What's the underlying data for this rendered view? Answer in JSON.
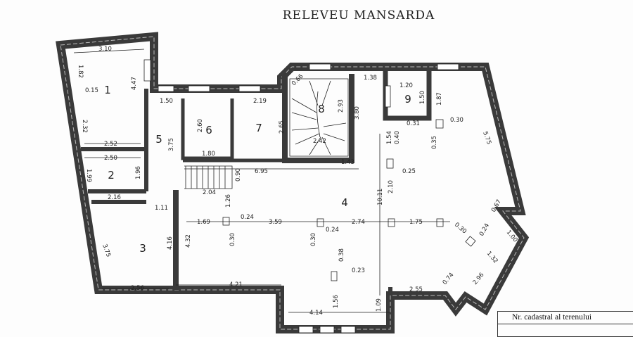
{
  "title": "RELEVEU MANSARDA",
  "cadastral_table": {
    "label": "Nr. cadastral al terenului",
    "value": ""
  },
  "rooms": [
    "1",
    "2",
    "3",
    "4",
    "5",
    "6",
    "7",
    "8",
    "9"
  ],
  "dimensions": [
    "3.10",
    "1.82",
    "0.15",
    "4.47",
    "2.32",
    "1.50",
    "3.75",
    "2.60",
    "1.80",
    "2.19",
    "2.65",
    "0.66",
    "2.93",
    "3.80",
    "2.42",
    "1.38",
    "1.20",
    "1.50",
    "1.87",
    "0.31",
    "0.30",
    "0.35",
    "5.75",
    "1.54",
    "0.40",
    "1.43",
    "0.25",
    "6.95",
    "0.90",
    "2.52",
    "2.50",
    "1.99",
    "1.96",
    "2.16",
    "2.04",
    "1.26",
    "1.11",
    "1.69",
    "0.24",
    "3.59",
    "0.24",
    "2.74",
    "1.75",
    "10.11",
    "2.10",
    "0.30",
    "0.30",
    "0.38",
    "0.23",
    "1.56",
    "4.16",
    "4.32",
    "3.75",
    "2.56",
    "4.21",
    "4.14",
    "1.09",
    "2.55",
    "0.74",
    "2.96",
    "1.32",
    "0.30",
    "0.24",
    "0.67",
    "1.00"
  ],
  "colors": {
    "wall": "#3a3a3a",
    "line": "#222222"
  }
}
